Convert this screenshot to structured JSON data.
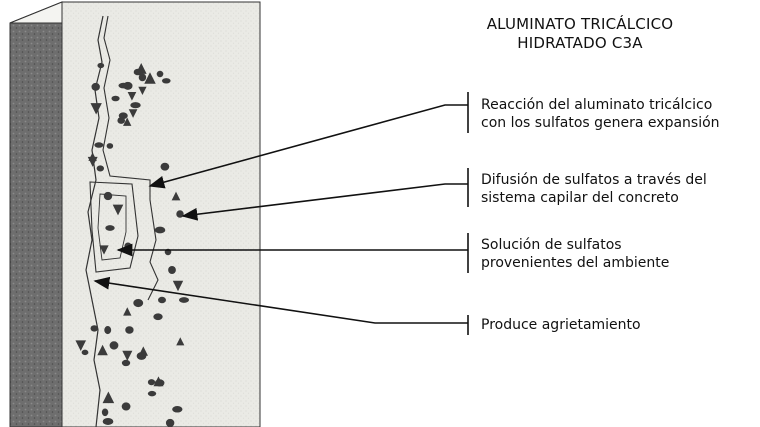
{
  "title": {
    "line1": "ALUMINATO TRICÁLCICO",
    "line2": "HIDRATADO C3A"
  },
  "labels": [
    {
      "line1": "Reacción del aluminato tricálcico",
      "line2": "con los sulfatos genera expansión"
    },
    {
      "line1": "Difusión de sulfatos a través del",
      "line2": "sistema capilar del concreto"
    },
    {
      "line1": "Solución de sulfatos",
      "line2": "provenientes del ambiente"
    },
    {
      "line1": "Produce agrietamiento",
      "line2": ""
    }
  ],
  "colors": {
    "block_face": "#e9e9e4",
    "block_side": "#676767",
    "block_top": "#f4f4f1",
    "particles": "#3b3b3b",
    "lines": "#111111"
  }
}
